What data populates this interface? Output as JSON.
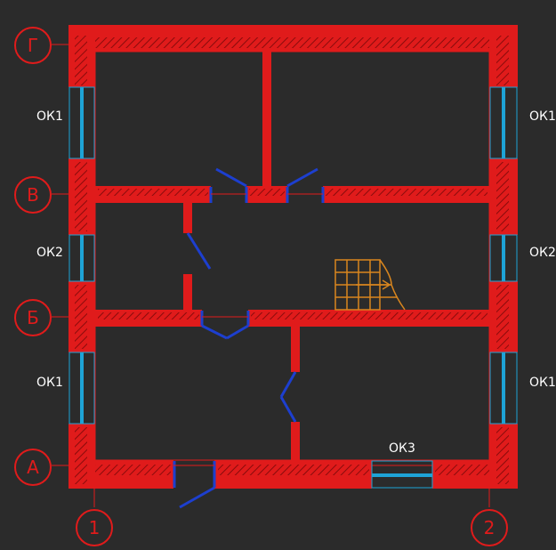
{
  "colors": {
    "background": "#2b2b2b",
    "wall": "#e01b1b",
    "wall_hatch": "#a10f0f",
    "window": "#1ea3d6",
    "door": "#1d3fcf",
    "stair": "#d9861e",
    "axis": "#e01b1b"
  },
  "axes": {
    "rows": [
      "Г",
      "В",
      "Б",
      "А"
    ],
    "cols": [
      "1",
      "2"
    ]
  },
  "windows": {
    "left_top": "ОК1",
    "left_mid": "ОК2",
    "left_bot": "ОК1",
    "right_top": "ОК1",
    "right_mid": "ОК2",
    "right_bot": "ОК1",
    "bottom": "ОК3"
  },
  "icons": {
    "stair": "stair-icon",
    "door": "door-swing-icon",
    "window": "window-icon"
  }
}
